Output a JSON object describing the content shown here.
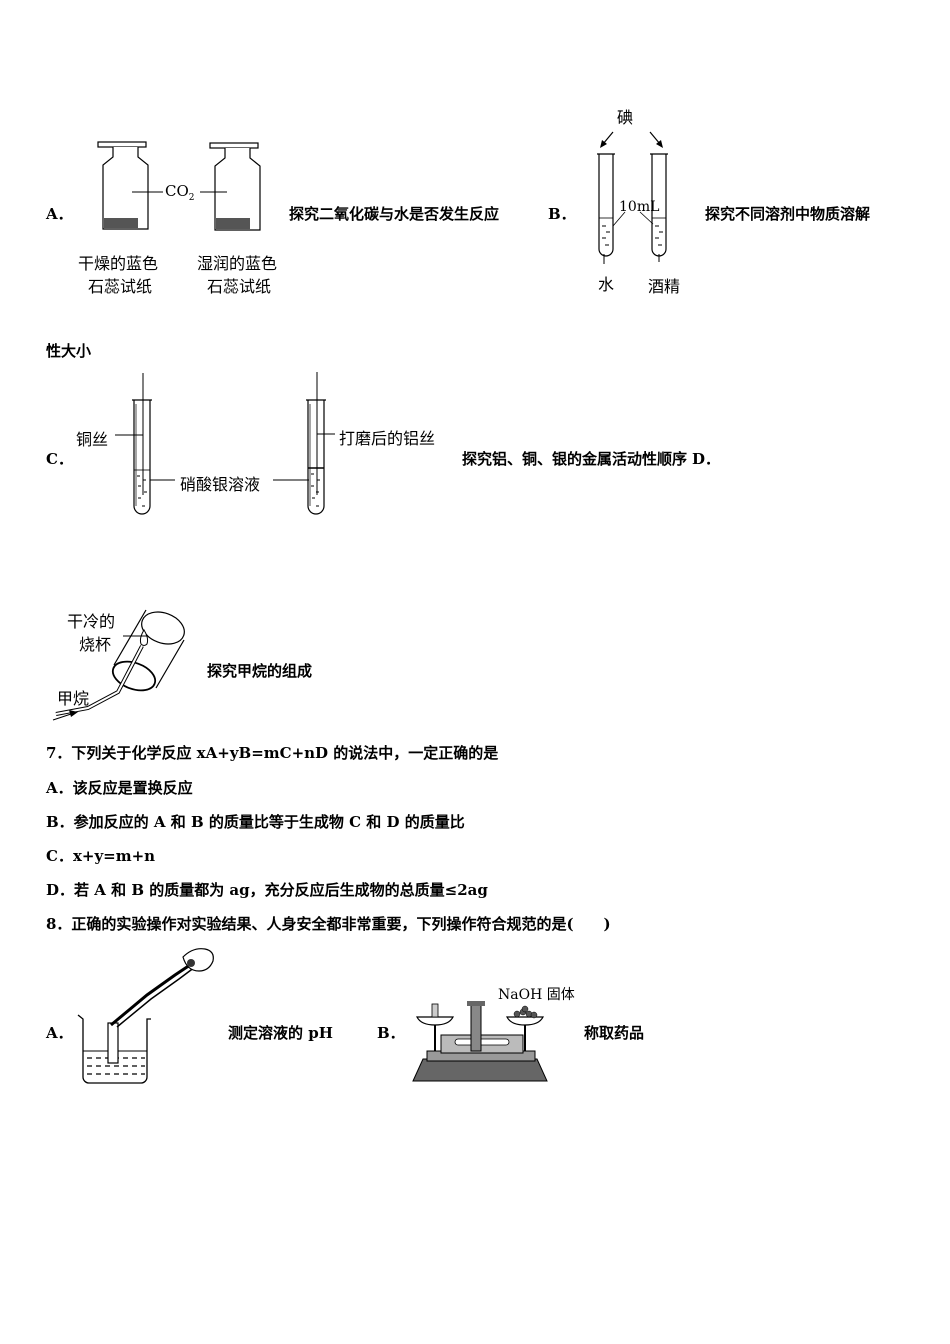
{
  "q6_options": {
    "A": {
      "letter": "A．",
      "desc": "探究二氧化碳与水是否发生反应",
      "diagram": {
        "gas_label": "CO",
        "gas_sub": "2",
        "left_bottle_label_1": "干燥的蓝色",
        "left_bottle_label_2": "石蕊试纸",
        "right_bottle_label_1": "湿润的蓝色",
        "right_bottle_label_2": "石蕊试纸"
      }
    },
    "B": {
      "letter": "B．",
      "desc": "探究不同溶剂中物质溶解",
      "desc_cont": "性大小",
      "diagram": {
        "solute_label": "碘",
        "volume_label": "10mL",
        "left_tube_label": "水",
        "right_tube_label": "酒精"
      }
    },
    "C": {
      "letter": "C．",
      "desc": "探究铝、铜、银的金属活动性顺序",
      "next_letter": "D．",
      "diagram": {
        "left_wire_label": "铜丝",
        "solution_label": "硝酸银溶液",
        "right_wire_label": "打磨后的铝丝"
      }
    },
    "D": {
      "desc": "探究甲烷的组成",
      "diagram": {
        "beaker_label_1": "干冷的",
        "beaker_label_2": "烧杯",
        "gas_label": "甲烷"
      }
    }
  },
  "q7": {
    "stem": "7．下列关于化学反应 xA+yB=mC+nD 的说法中，一定正确的是",
    "options": [
      "A．该反应是置换反应",
      "B．参加反应的 A 和 B 的质量比等于生成物 C 和 D 的质量比",
      "C．x+y=m+n",
      "D．若 A 和 B 的质量都为 ag，充分反应后生成物的总质量≤2ag"
    ]
  },
  "q8": {
    "stem": "8．正确的实验操作对实验结果、人身安全都非常重要，下列操作符合规范的是(　　)",
    "options": [
      {
        "letter": "A．",
        "desc": "测定溶液的 pH"
      },
      {
        "letter": "B．",
        "desc": "称取药品",
        "diagram_label": "NaOH 固体"
      }
    ]
  }
}
